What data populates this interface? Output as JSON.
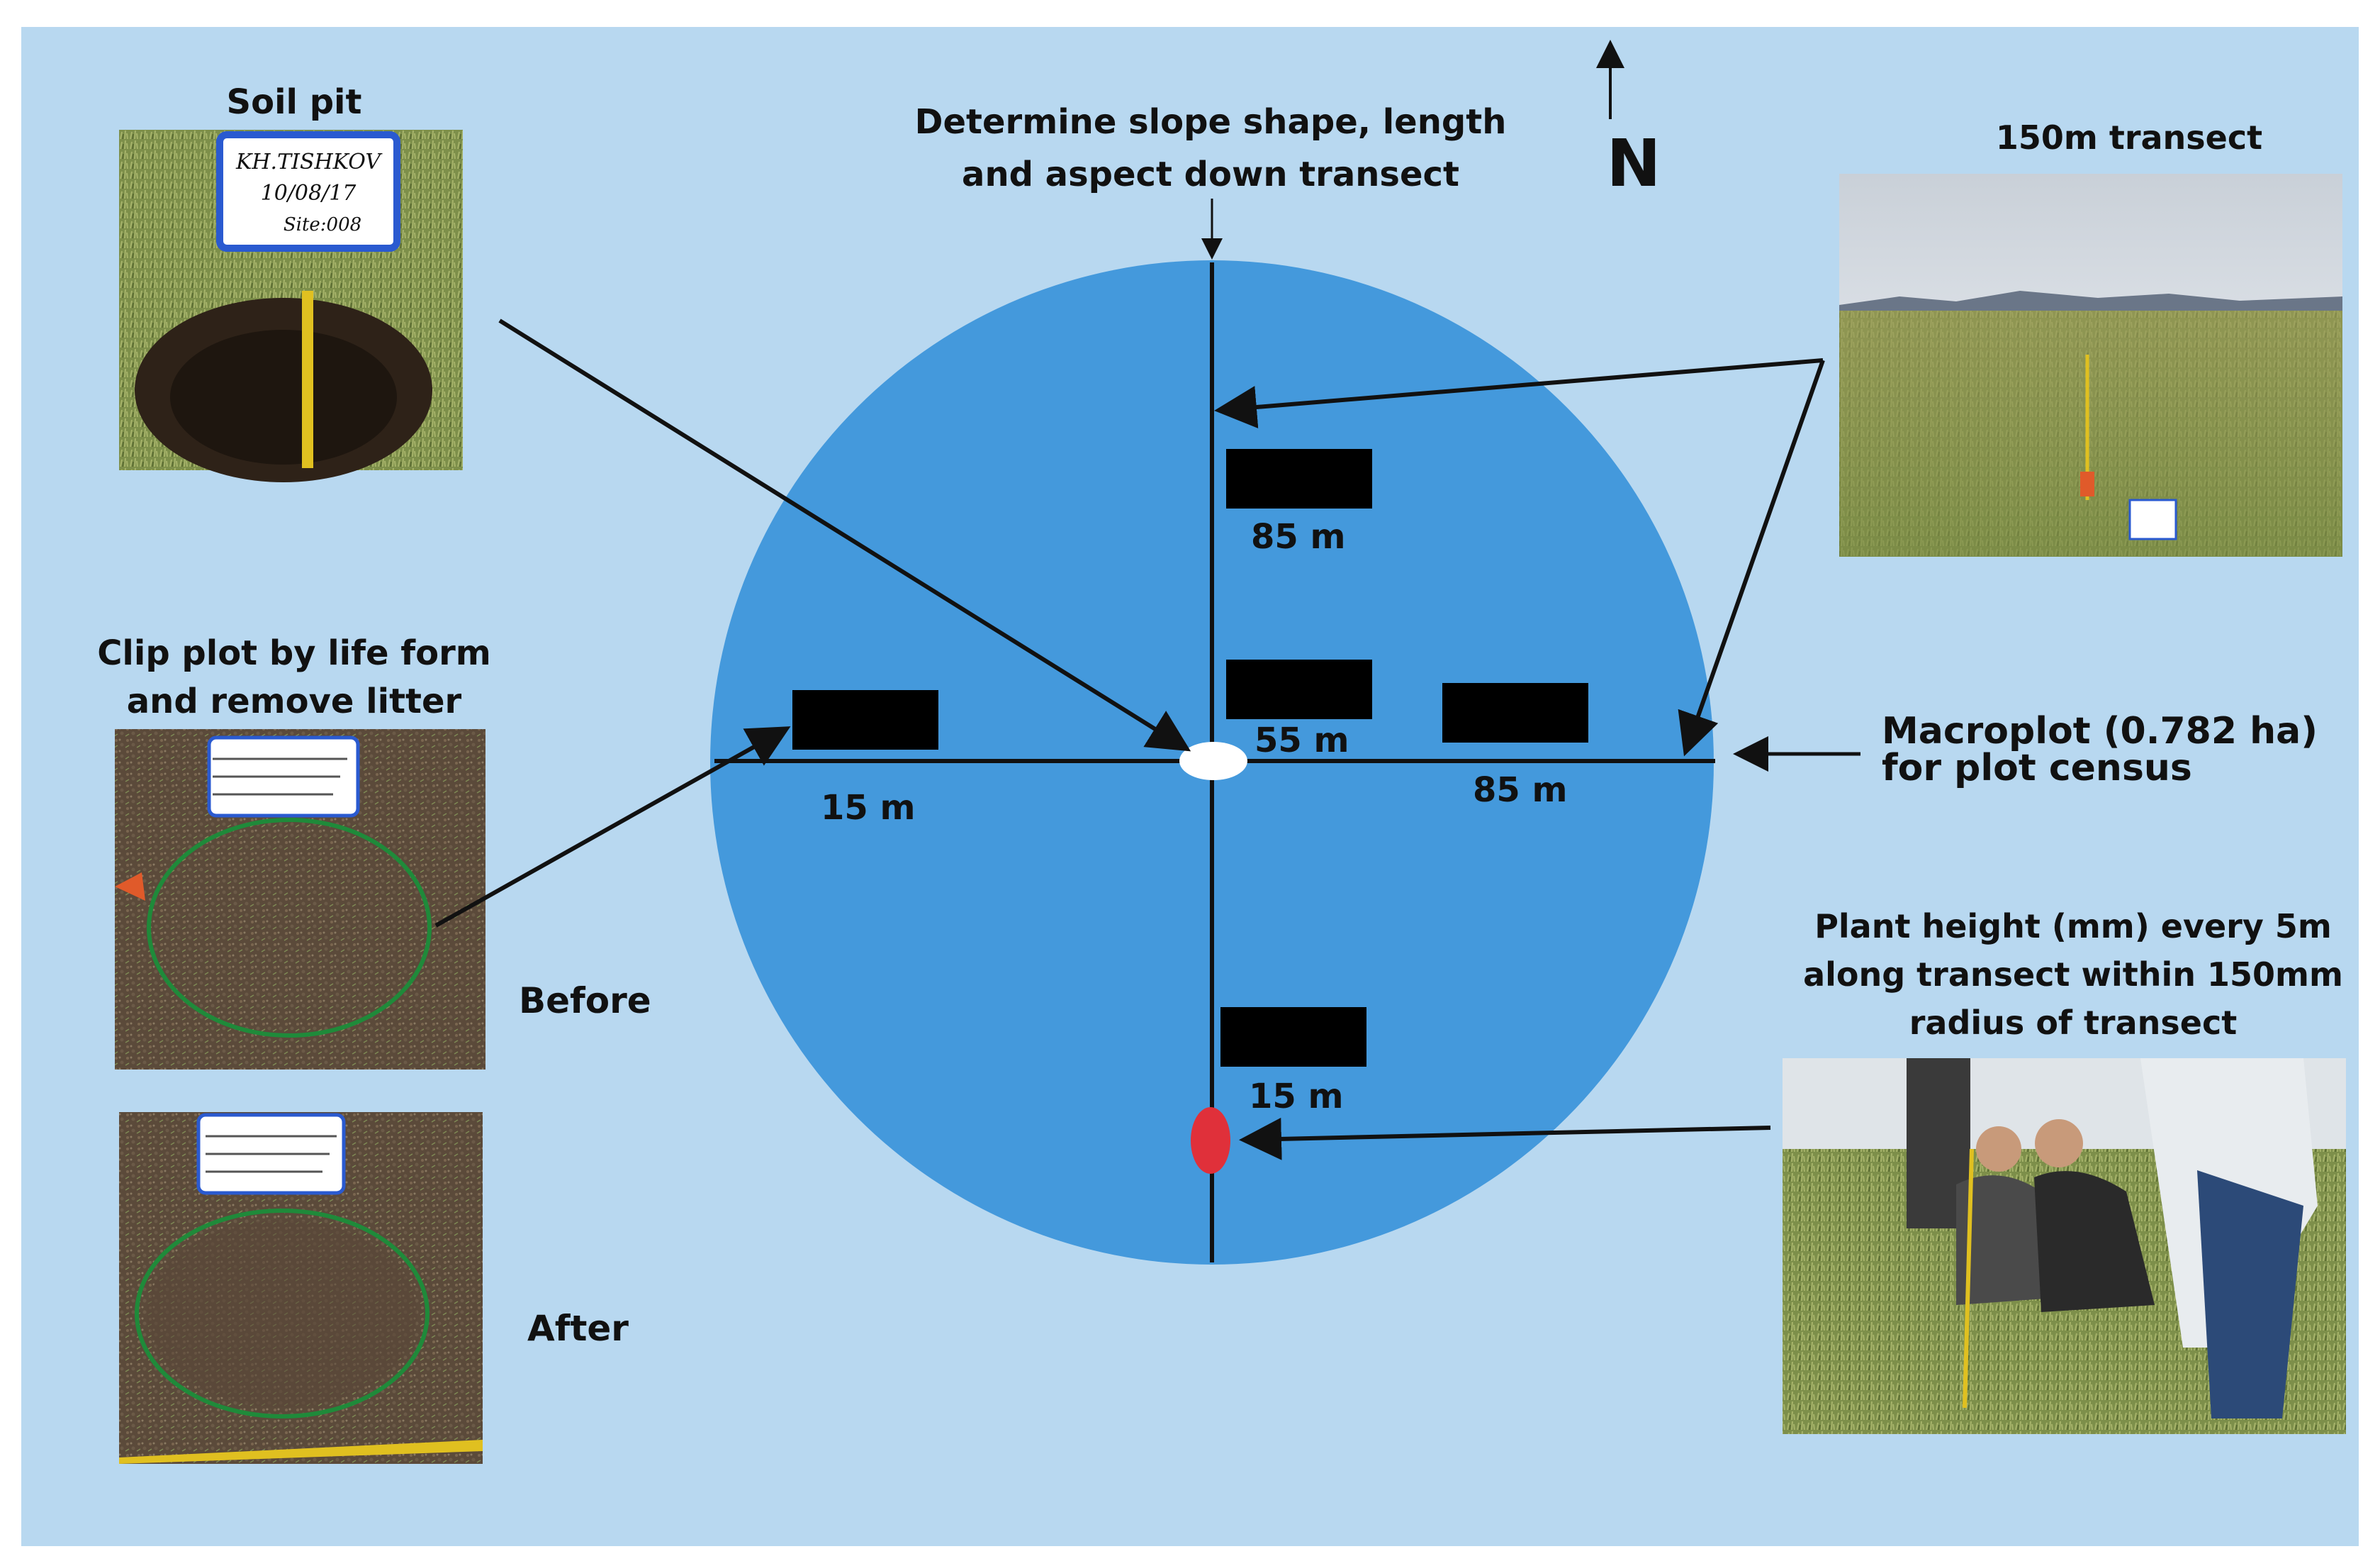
{
  "labels": {
    "soil_pit": "Soil pit",
    "slope_line1": "Determine slope shape, length",
    "slope_line2": "and aspect down transect",
    "north": "N",
    "transect_title": "150m transect",
    "clip_line1": "Clip plot by life form",
    "clip_line2": "and remove litter",
    "before": "Before",
    "after": "After",
    "macroplot_line1": "Macroplot (0.782 ha)",
    "macroplot_line2": "for plot census",
    "height_line1": "Plant height (mm) every 5m",
    "height_line2": "along transect within 150mm",
    "height_line3": "radius of transect"
  },
  "distances": {
    "north_upper": "85 m",
    "north_center": "55 m",
    "east": "85 m",
    "west": "15 m",
    "south": "15 m"
  },
  "photos": {
    "soil_pit_sign_line1": "KH.TISHKOV",
    "soil_pit_sign_line2": "10/08/17",
    "soil_pit_sign_line3": "Site:008"
  },
  "colors": {
    "background": "#b8d8f0",
    "plot_circle": "#4499dc",
    "center_marker": "#ffffff",
    "south_marker": "#e0303a",
    "quadrat": "#000000"
  },
  "icons": {
    "north_arrow": "arrow-up-icon"
  }
}
